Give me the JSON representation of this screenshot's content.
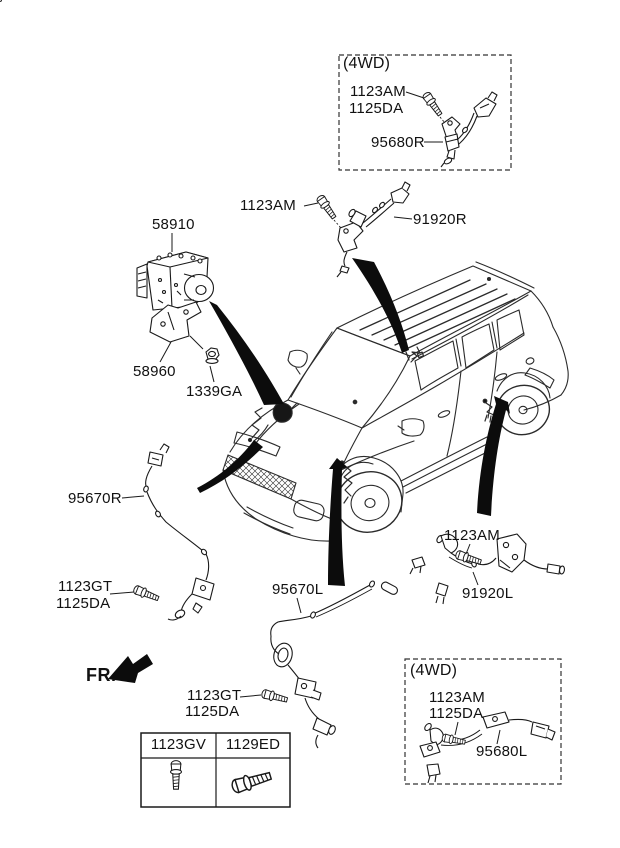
{
  "diagram": {
    "direction_label": "FR.",
    "boxes": {
      "top": {
        "variant": "(4WD)",
        "bolt": "1123AM",
        "washer": "1125DA",
        "sensor": "95680R"
      },
      "bottom": {
        "variant": "(4WD)",
        "bolt": "1123AM",
        "washer": "1125DA",
        "sensor": "95680L"
      }
    },
    "callouts": {
      "abs_unit": "58910",
      "abs_bracket": "58960",
      "abs_nut": "1339GA",
      "upper_bolt": "1123AM",
      "upper_sensor": "91920R",
      "left_sensor": "95670R",
      "left_bolt": "1123GT",
      "left_washer": "1125DA",
      "lower_sensor": "95670L",
      "lower_bolt": "1123GT",
      "lower_washer": "1125DA",
      "right_bolt": "1123AM",
      "right_sensor": "91920L"
    },
    "hardware_table": {
      "columns": [
        {
          "part_no": "1123GV",
          "icon": "bolt-vertical-icon"
        },
        {
          "part_no": "1129ED",
          "icon": "bolt-angled-icon"
        }
      ]
    }
  }
}
